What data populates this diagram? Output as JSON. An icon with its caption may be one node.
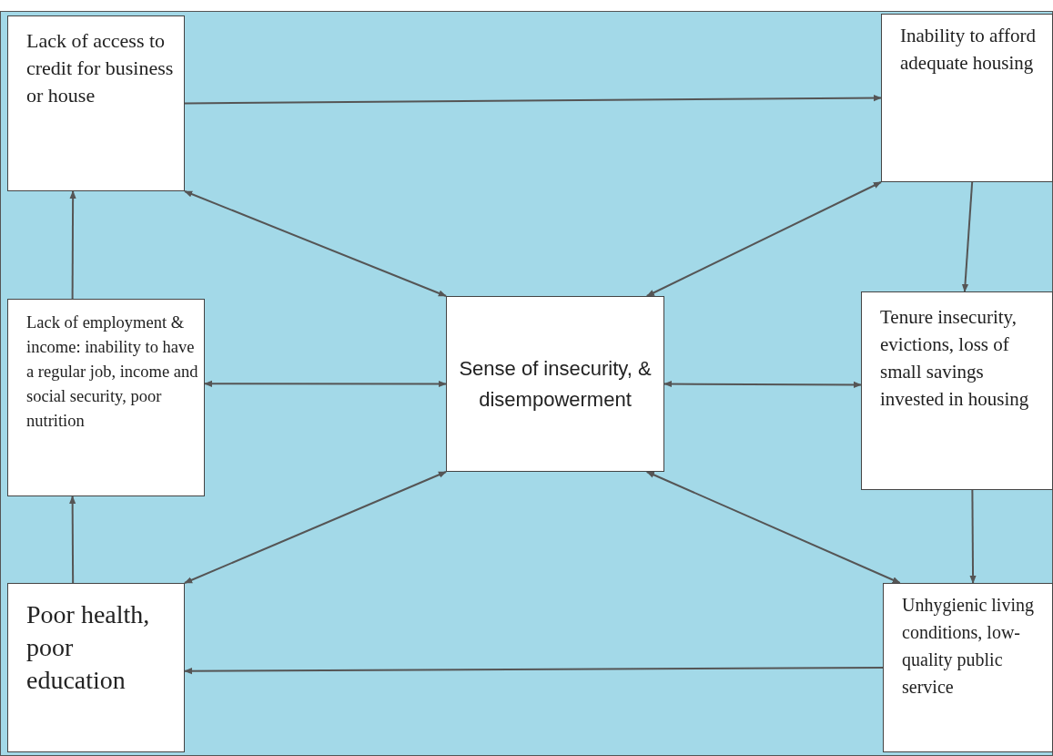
{
  "diagram": {
    "nodes": [
      {
        "text": [
          "Lack of access to credit for business or house"
        ]
      },
      {
        "text": [
          "Inability to afford adequate housing"
        ]
      },
      {
        "text": [
          "Lack of employment & income: inability to have a regular job, income and social security, poor nutrition"
        ]
      },
      {
        "text": [
          "Sense of insecurity, & disempowerment"
        ]
      },
      {
        "text": [
          "Tenure insecurity, evictions, loss of small savings invested in housing"
        ]
      },
      {
        "text": [
          "Poor health, poor education"
        ]
      },
      {
        "text": [
          "Unhygienic living conditions, low-quality public service"
        ]
      }
    ],
    "edges": [
      {
        "from": 0,
        "to": 1,
        "arrow": "to"
      },
      {
        "from": 1,
        "to": 4,
        "arrow": "to"
      },
      {
        "from": 4,
        "to": 6,
        "arrow": "to"
      },
      {
        "from": 6,
        "to": 5,
        "arrow": "to"
      },
      {
        "from": 5,
        "to": 2,
        "arrow": "to"
      },
      {
        "from": 2,
        "to": 0,
        "arrow": "to"
      },
      {
        "from": 3,
        "to": 0,
        "arrow": "both"
      },
      {
        "from": 3,
        "to": 1,
        "arrow": "both"
      },
      {
        "from": 3,
        "to": 2,
        "arrow": "both"
      },
      {
        "from": 3,
        "to": 4,
        "arrow": "both"
      },
      {
        "from": 3,
        "to": 5,
        "arrow": "both"
      },
      {
        "from": 3,
        "to": 6,
        "arrow": "both"
      }
    ]
  }
}
